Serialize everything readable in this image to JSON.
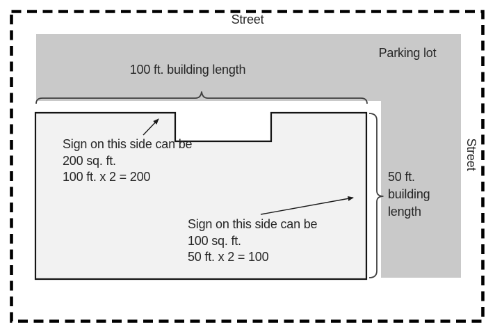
{
  "labels": {
    "street_top": "Street",
    "street_right": "Street",
    "parking_lot": "Parking lot",
    "building_length_top": "100 ft. building length",
    "building_length_right_lines": [
      "50 ft.",
      "building",
      "length"
    ],
    "sign_left_lines": [
      "Sign on this side can be",
      "200 sq. ft.",
      "100 ft. x 2 = 200"
    ],
    "sign_right_lines": [
      "Sign on this side can be",
      "100 sq. ft.",
      "50 ft. x 2 = 100"
    ]
  },
  "colors": {
    "parking_lot_fill": "#c9c9c9",
    "building_fill": "#f2f2f2",
    "white_backing": "#ffffff",
    "outline": "#141414",
    "annotation_stroke": "#3f3f3f"
  }
}
